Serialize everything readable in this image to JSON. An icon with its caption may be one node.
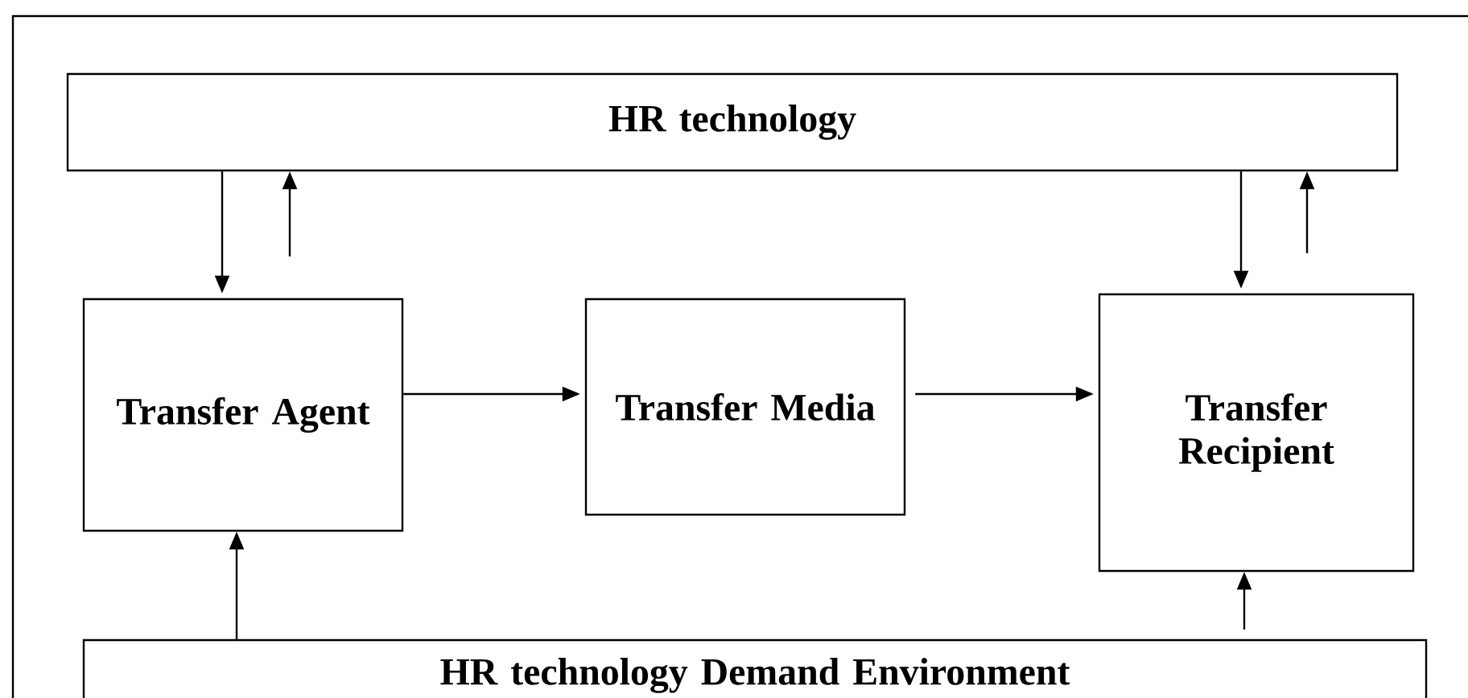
{
  "diagram": {
    "nodes": [
      {
        "text": [
          "HR technology"
        ]
      },
      {
        "text": [
          "Transfer Agent"
        ]
      },
      {
        "text": [
          "Transfer Media"
        ]
      },
      {
        "text": [
          "Transfer Recipient"
        ]
      },
      {
        "text": [
          "HR technology Demand Environment"
        ]
      }
    ],
    "edges": [
      {
        "from": 0,
        "to": 1,
        "arrow": "to"
      },
      {
        "from": 1,
        "to": 0,
        "arrow": "to"
      },
      {
        "from": 0,
        "to": 3,
        "arrow": "to"
      },
      {
        "from": 3,
        "to": 0,
        "arrow": "to"
      },
      {
        "from": 1,
        "to": 2,
        "arrow": "to"
      },
      {
        "from": 2,
        "to": 3,
        "arrow": "to"
      },
      {
        "from": 4,
        "to": 1,
        "arrow": "to"
      },
      {
        "from": 4,
        "to": 3,
        "arrow": "to"
      }
    ]
  }
}
